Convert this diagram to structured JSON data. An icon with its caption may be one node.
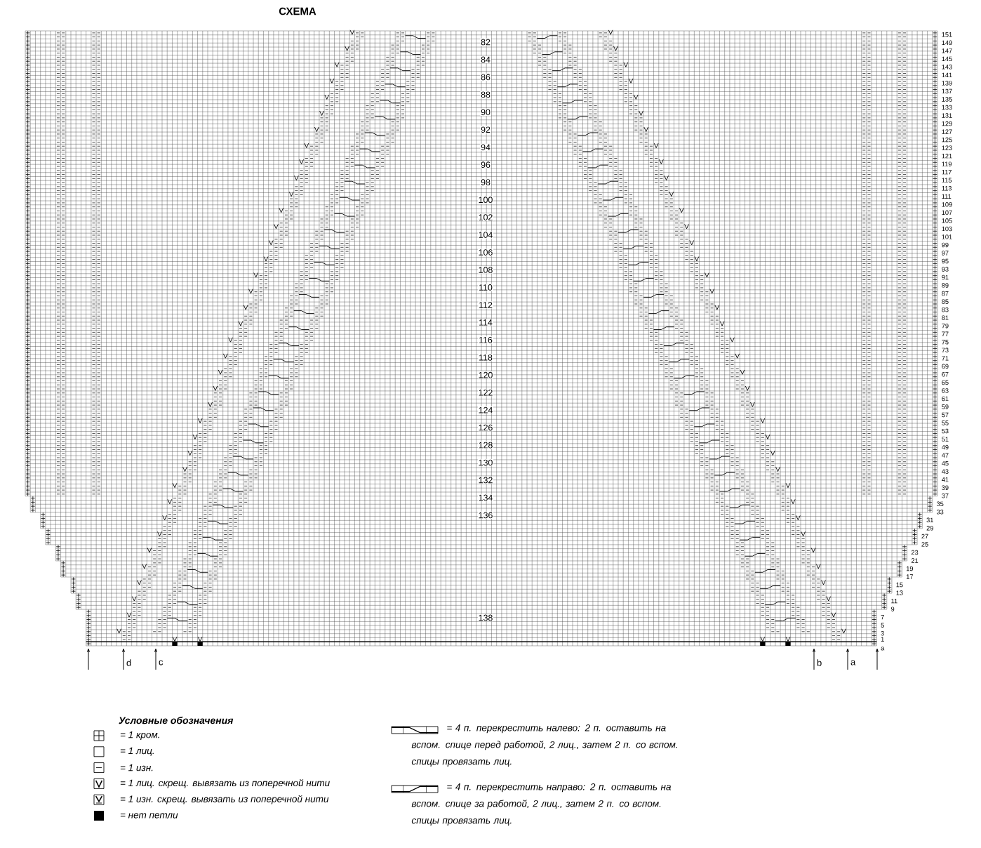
{
  "diagram": {
    "title": "СХЕМА",
    "labels": [
      "82",
      "84",
      "86",
      "88",
      "90",
      "92",
      "94",
      "96",
      "98",
      "100",
      "102",
      "104",
      "106",
      "108",
      "110",
      "112",
      "114",
      "116",
      "118",
      "120",
      "122",
      "124",
      "126",
      "128",
      "130",
      "132",
      "134",
      "136",
      "138",
      "151",
      "149",
      "147",
      "145",
      "143",
      "141",
      "139",
      "137",
      "135",
      "133",
      "131",
      "129",
      "127",
      "125",
      "123",
      "121",
      "119",
      "117",
      "115",
      "113",
      "111",
      "109",
      "107",
      "105",
      "103",
      "101",
      "99",
      "97",
      "95",
      "93",
      "91",
      "89",
      "87",
      "85",
      "83",
      "81",
      "79",
      "77",
      "75",
      "73",
      "71",
      "69",
      "67",
      "65",
      "63",
      "61",
      "59",
      "57",
      "55",
      "53",
      "51",
      "49",
      "47",
      "45",
      "43",
      "41",
      "39",
      "37",
      "35",
      "33",
      "31",
      "29",
      "27",
      "25",
      "23",
      "21",
      "19",
      "17",
      "15",
      "13",
      "11",
      "9",
      "7",
      "5",
      "3",
      "1",
      "a",
      "d",
      "c",
      "b",
      "a",
      "Условные обозначения"
    ],
    "legend": [
      {
        "text": "= 1 кром."
      },
      {
        "text": "= 1 лиц."
      },
      {
        "text": "= 1 изн."
      },
      {
        "text": "= 1 лиц. скрещ. вывязать из поперечной нити"
      },
      {
        "text": "= 1 изн. скрещ. вывязать из поперечной нити"
      },
      {
        "text": "= нет петли"
      },
      {
        "text": "= 4 п. перекрестить налево: 2 п. оставить на вспом. спице перед работой, 2 лиц., затем 2 п. со вспом. спицы провязать лиц."
      },
      {
        "text": "= 4 п. перекрестить направо: 2 п. оставить на вспом. спице за работой, 2 лиц., затем 2 п. со вспом. спицы провязать лиц."
      }
    ]
  }
}
